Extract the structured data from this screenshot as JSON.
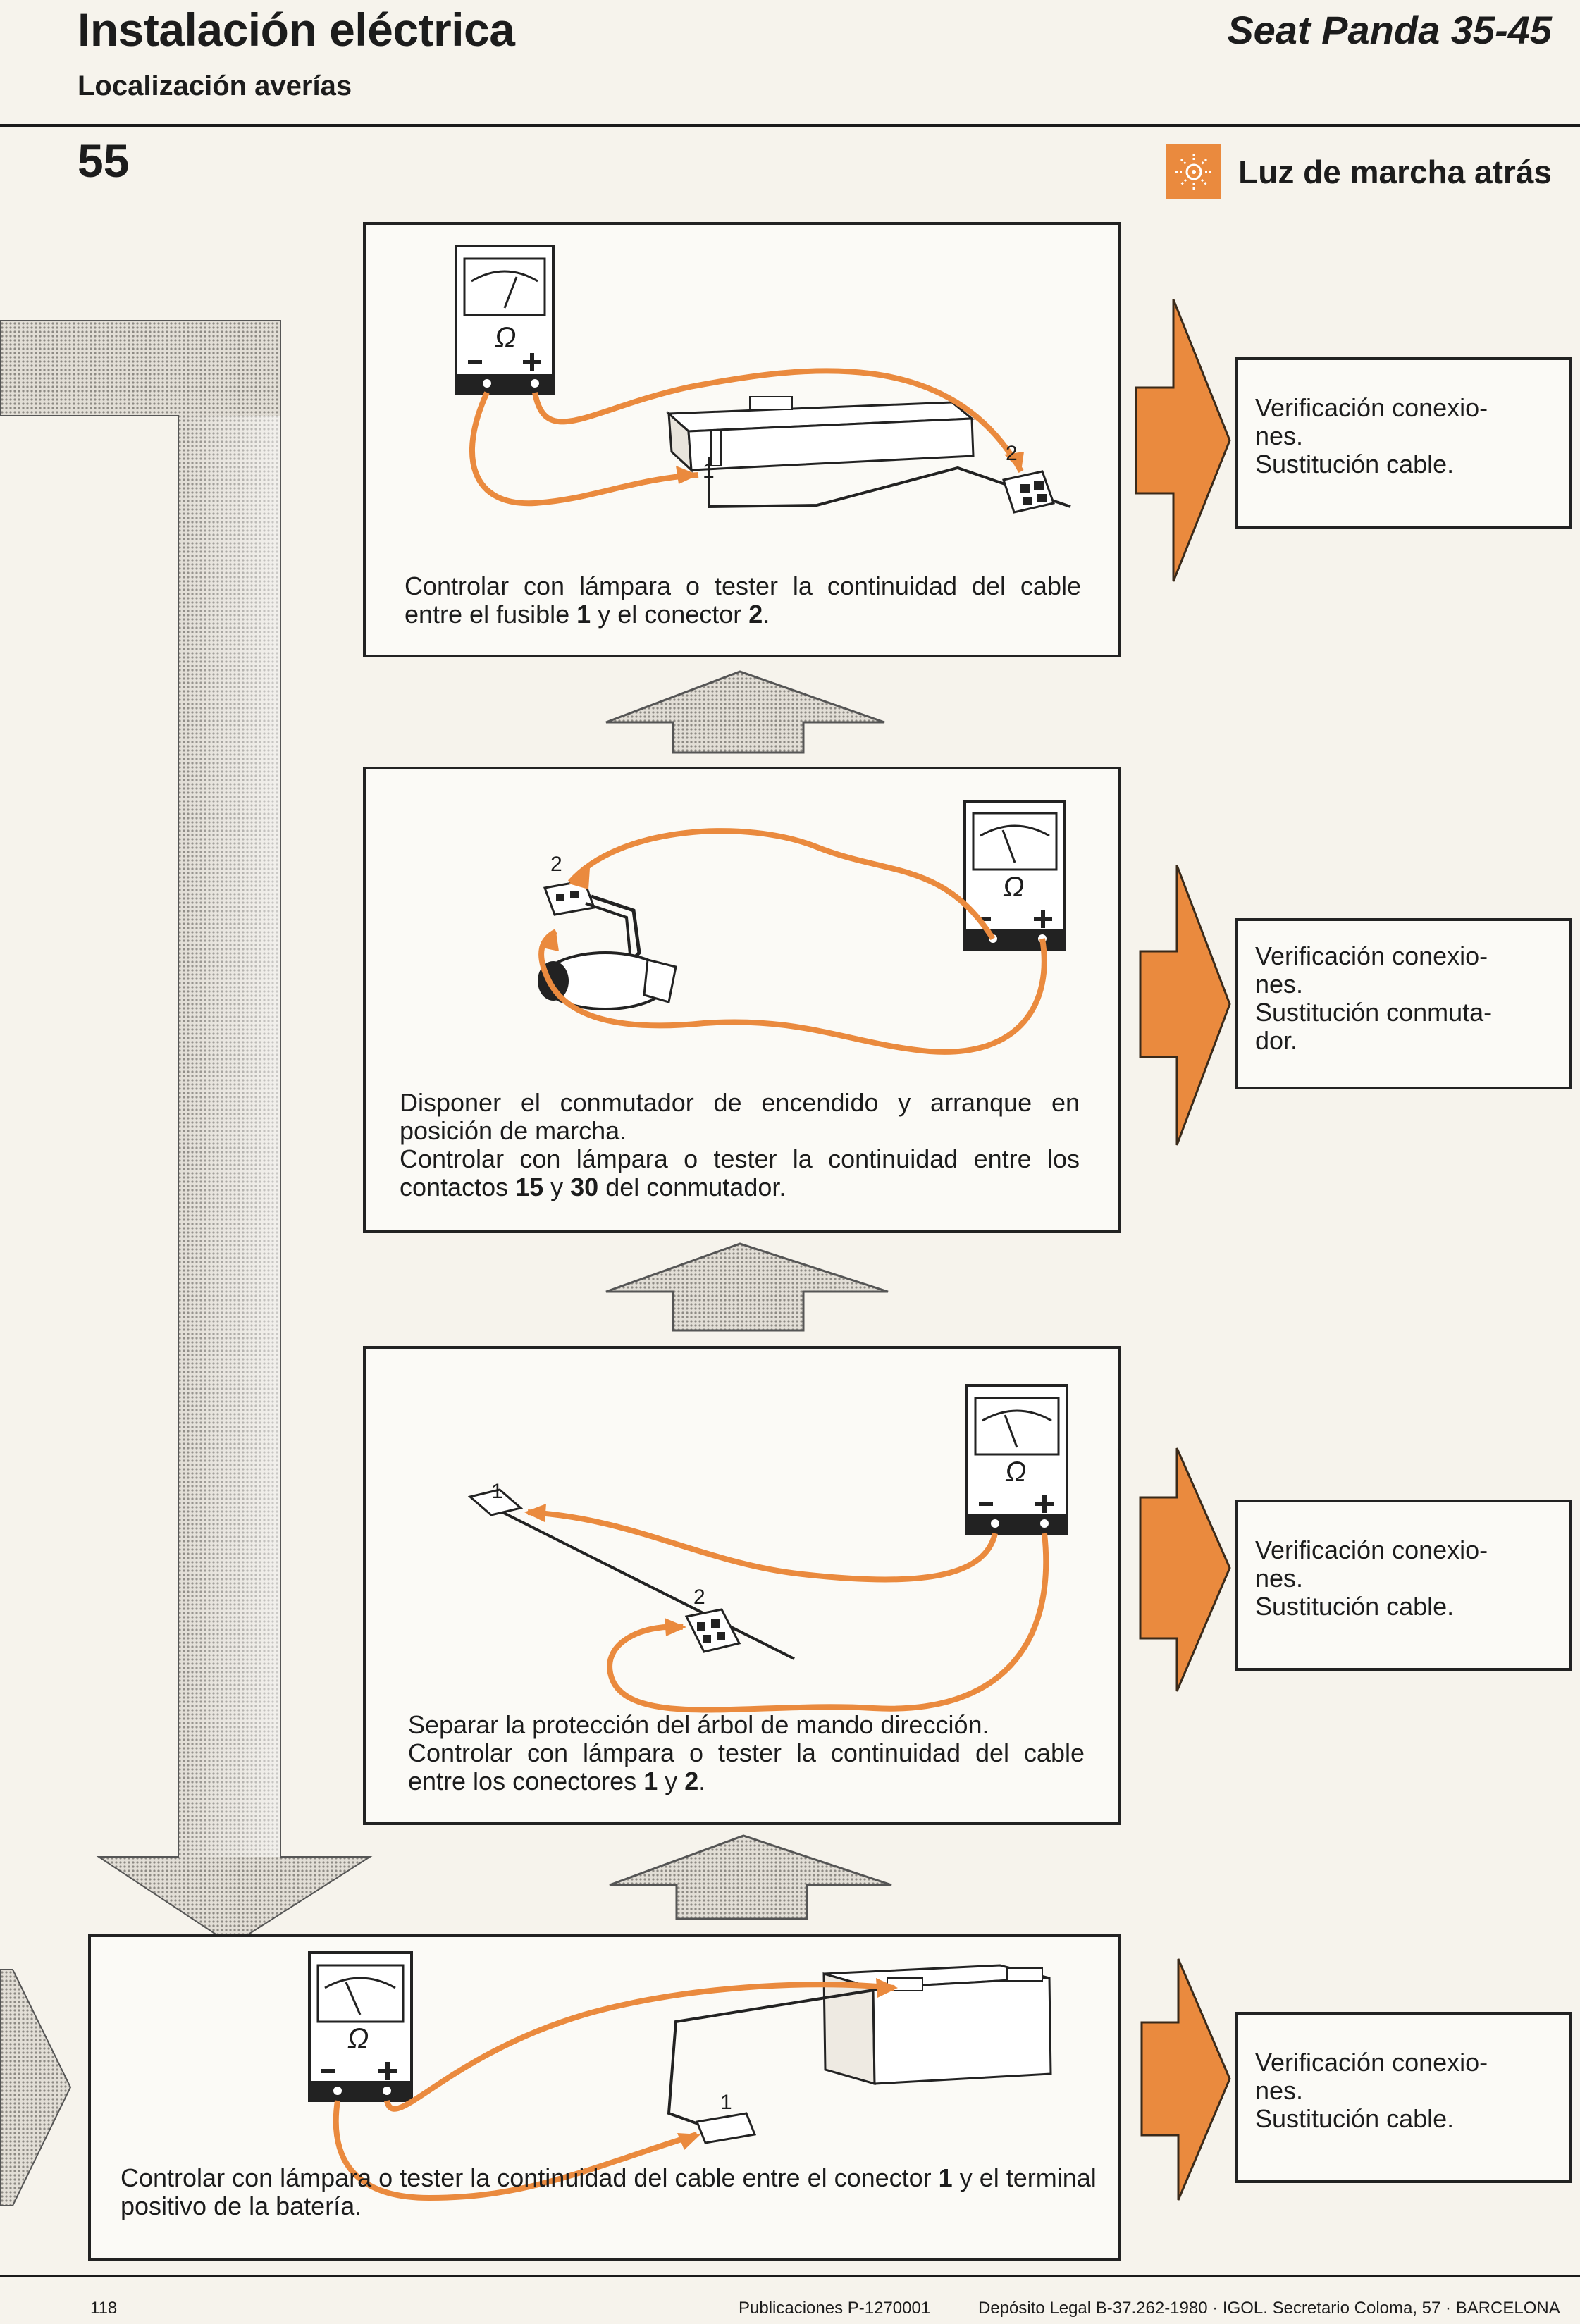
{
  "header": {
    "title": "Instalación eléctrica",
    "subtitle": "Localización averías",
    "model": "Seat Panda 35-45",
    "page_number": "55",
    "section_title": "Luz de marcha atrás",
    "section_icon": "sun-lamp-icon"
  },
  "accent_color": "#ea8a3e",
  "steps": [
    {
      "instruction_pre": "Controlar con lámpara o tester la continuidad del cable entre el fusible ",
      "ref_a": "1",
      "instruction_mid": " y el conector ",
      "ref_b": "2",
      "instruction_post": ".",
      "label_1": "1",
      "label_2": "2",
      "meter_symbol": "Ω",
      "result_line1": "Verificación conexio-",
      "result_line2": "nes.",
      "result_line3": "Sustitución cable."
    },
    {
      "instruction_line1": "Disponer el conmutador de encendido y arranque en posición de marcha.",
      "instruction_pre": "Controlar con lámpara o tester la continuidad entre los contactos ",
      "ref_a": "15",
      "instruction_mid": " y ",
      "ref_b": "30",
      "instruction_post": " del conmutador.",
      "label_2": "2",
      "meter_symbol": "Ω",
      "result_line1": "Verificación conexio-",
      "result_line2": "nes.",
      "result_line3": "Sustitución conmuta-",
      "result_line4": "dor."
    },
    {
      "instruction_line1": "Separar la protección del árbol de mando dirección.",
      "instruction_pre": "Controlar con lámpara o tester la continuidad del cable entre los conectores ",
      "ref_a": "1",
      "instruction_mid": " y ",
      "ref_b": "2",
      "instruction_post": ".",
      "label_1": "1",
      "label_2": "2",
      "meter_symbol": "Ω",
      "result_line1": "Verificación conexio-",
      "result_line2": "nes.",
      "result_line3": "Sustitución cable."
    },
    {
      "instruction_pre": "Controlar con lámpara o tester la continuidad del cable entre el conector ",
      "ref_a": "1",
      "instruction_post": " y el terminal positivo de la batería.",
      "label_1": "1",
      "meter_symbol": "Ω",
      "result_line1": "Verificación conexio-",
      "result_line2": "nes.",
      "result_line3": "Sustitución cable."
    }
  ],
  "footer": {
    "page": "118",
    "publication": "Publicaciones P-1270001",
    "legal": "Depósito Legal B-37.262-1980 · IGOL. Secretario Coloma, 57 · BARCELONA"
  }
}
